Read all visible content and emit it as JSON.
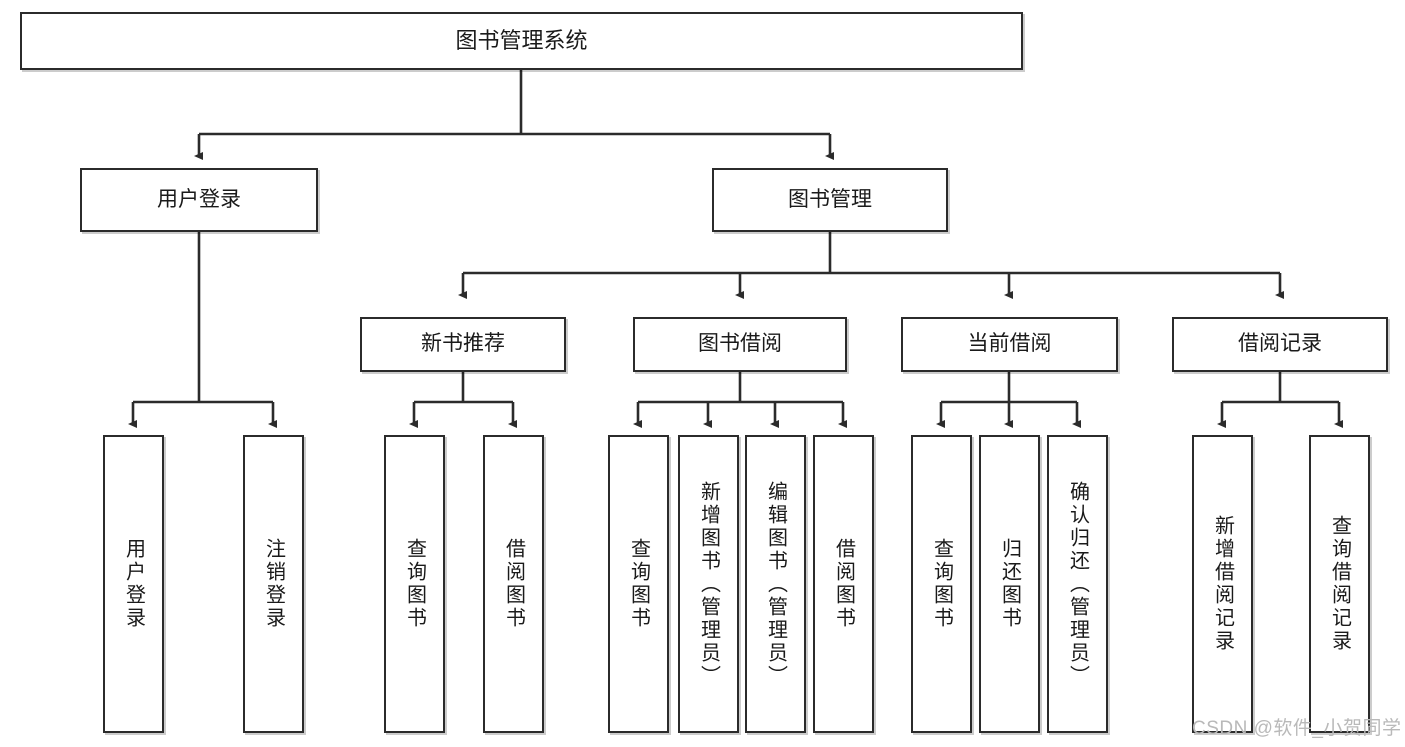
{
  "diagram": {
    "title": "图书管理系统",
    "type": "hierarchy-tree",
    "watermark": "CSDN @软件_小贺同学",
    "nodes": {
      "root": {
        "label": "图书管理系统"
      },
      "level1": [
        {
          "id": "user-login",
          "label": "用户登录"
        },
        {
          "id": "book-manage",
          "label": "图书管理"
        }
      ],
      "level2": [
        {
          "id": "new-book-recommend",
          "label": "新书推荐"
        },
        {
          "id": "book-borrow",
          "label": "图书借阅"
        },
        {
          "id": "current-borrow",
          "label": "当前借阅"
        },
        {
          "id": "borrow-record",
          "label": "借阅记录"
        }
      ],
      "leaves": {
        "user_login": [
          {
            "id": "leaf-user-login",
            "label": "用户登录"
          },
          {
            "id": "leaf-logout-login",
            "label": "注销登录"
          }
        ],
        "new_book_recommend": [
          {
            "id": "leaf-query-book-1",
            "label": "查询图书"
          },
          {
            "id": "leaf-borrow-book-1",
            "label": "借阅图书"
          }
        ],
        "book_borrow": [
          {
            "id": "leaf-query-book-2",
            "label": "查询图书"
          },
          {
            "id": "leaf-add-book",
            "label": "新增图书（管理员）"
          },
          {
            "id": "leaf-edit-book",
            "label": "编辑图书（管理员）"
          },
          {
            "id": "leaf-borrow-book-2",
            "label": "借阅图书"
          }
        ],
        "current_borrow": [
          {
            "id": "leaf-query-book-3",
            "label": "查询图书"
          },
          {
            "id": "leaf-return-book",
            "label": "归还图书"
          },
          {
            "id": "leaf-confirm-return",
            "label": "确认归还（管理员）"
          }
        ],
        "borrow_record": [
          {
            "id": "leaf-add-record",
            "label": "新增借阅记录"
          },
          {
            "id": "leaf-query-record",
            "label": "查询借阅记录"
          }
        ]
      }
    },
    "colors": {
      "stroke": "#2b2b2b",
      "fill": "#ffffff",
      "text": "#1a1a1a",
      "watermark": "#b9b9b9"
    }
  }
}
